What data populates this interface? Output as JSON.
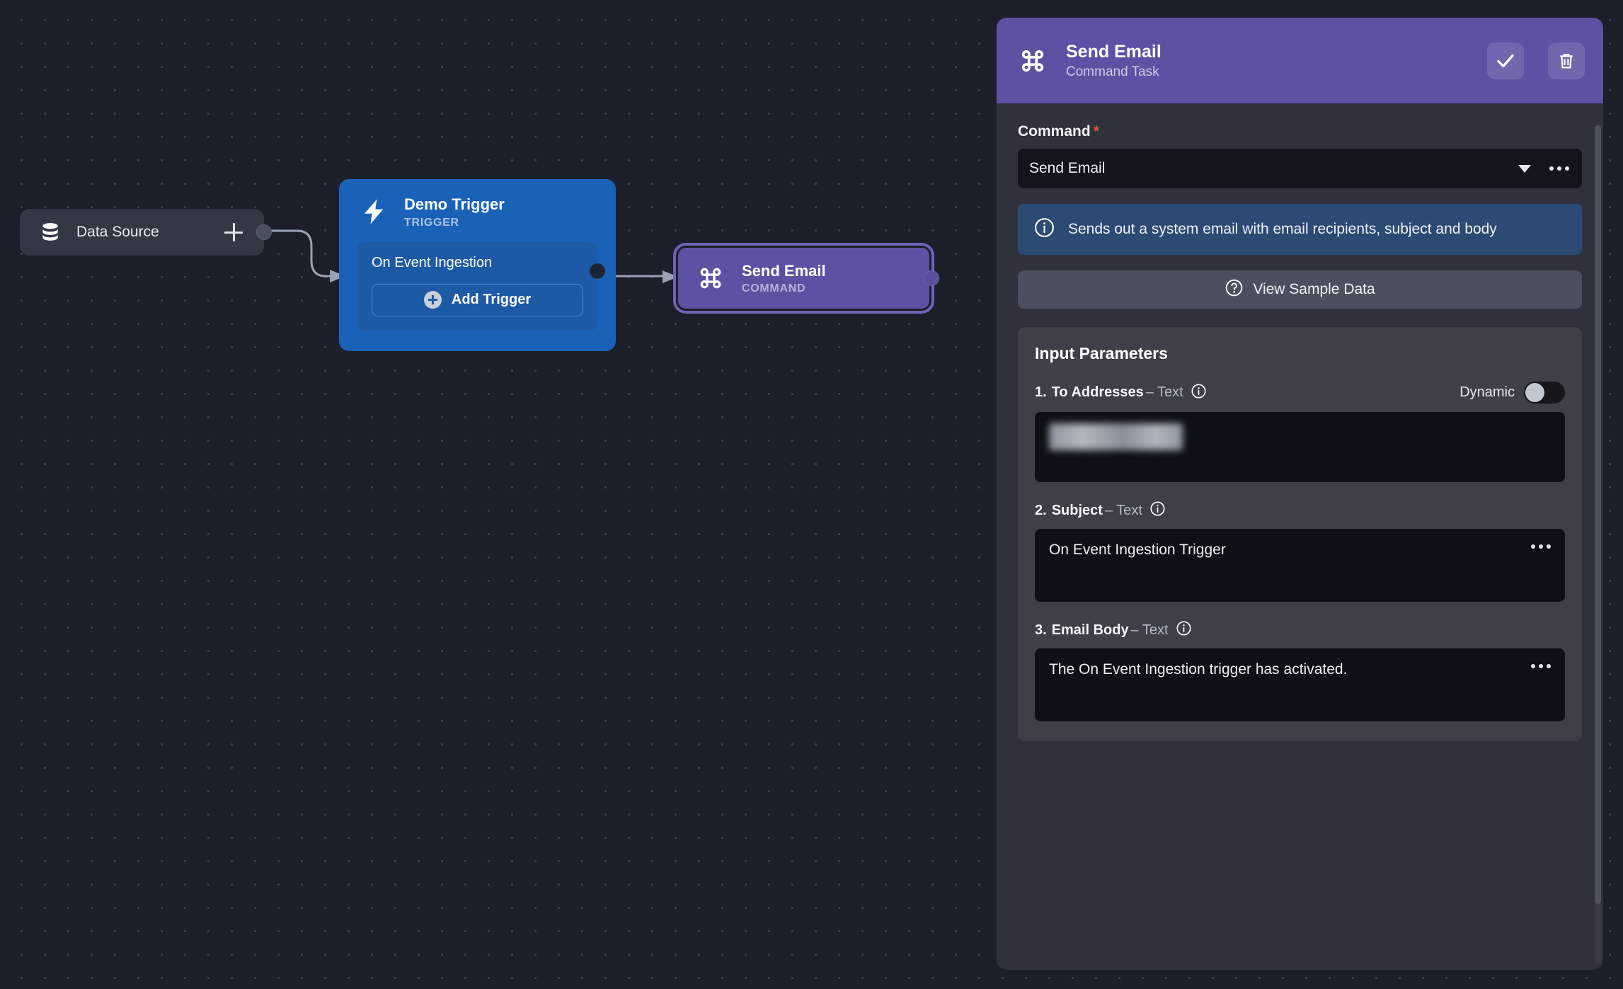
{
  "canvas": {
    "nodes": {
      "data_source": {
        "label": "Data Source",
        "icon": "database-icon",
        "add_icon": "plus-icon"
      },
      "demo_trigger": {
        "title": "Demo Trigger",
        "subtitle": "TRIGGER",
        "icon": "lightning-bolt-icon",
        "event_label": "On Event Ingestion",
        "add_trigger_label": "Add Trigger"
      },
      "send_email": {
        "title": "Send Email",
        "subtitle": "COMMAND",
        "icon": "command-icon",
        "selected": true
      }
    }
  },
  "panel": {
    "header": {
      "icon": "command-icon",
      "title": "Send Email",
      "subtitle": "Command Task",
      "confirm_icon": "check-icon",
      "delete_icon": "trash-icon"
    },
    "command_field": {
      "label": "Command",
      "required_marker": "*",
      "value": "Send Email",
      "caret_icon": "chevron-down-icon",
      "more_icon": "ellipsis-icon"
    },
    "info_banner": {
      "icon": "info-icon",
      "text": "Sends out a system email with email recipients, subject and body"
    },
    "sample_button": {
      "icon": "question-circle-icon",
      "label": "View Sample Data"
    },
    "parameters": {
      "title": "Input Parameters",
      "items": [
        {
          "index": "1.",
          "name": "To Addresses",
          "type": "– Text",
          "info_icon": "info-icon",
          "has_dynamic_toggle": true,
          "dynamic_label": "Dynamic",
          "dynamic_on": false,
          "value": "",
          "redacted": true,
          "more_icon": ""
        },
        {
          "index": "2.",
          "name": "Subject",
          "type": "– Text",
          "info_icon": "info-icon",
          "has_dynamic_toggle": false,
          "value": "On Event Ingestion Trigger",
          "redacted": false,
          "more_icon": "ellipsis-icon"
        },
        {
          "index": "3.",
          "name": "Email Body",
          "type": "– Text",
          "info_icon": "info-icon",
          "has_dynamic_toggle": false,
          "value": "The On Event Ingestion trigger has activated.",
          "redacted": false,
          "more_icon": "ellipsis-icon"
        }
      ]
    }
  },
  "colors": {
    "canvas_bg": "#1b1f29",
    "panel_bg": "#2f323d",
    "accent_purple": "#5d51a3",
    "trigger_blue": "#1a62b8",
    "info_blue": "#2c4a74",
    "required_red": "#e8503a",
    "card_bg": "#3d4049",
    "input_bg": "#0d1016"
  }
}
